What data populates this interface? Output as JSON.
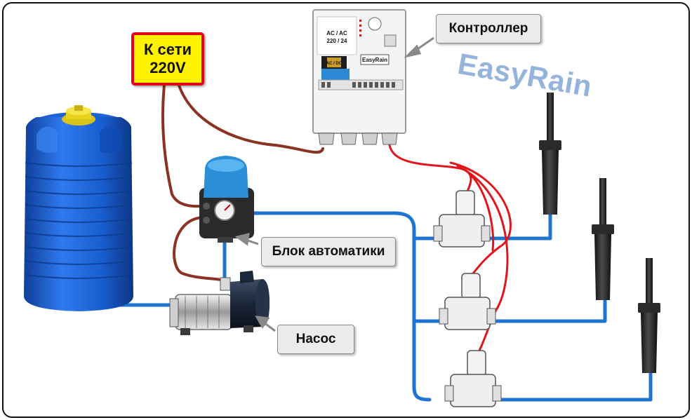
{
  "labels": {
    "mains_line1": "К сети",
    "mains_line2": "220V",
    "controller": "Контроллер",
    "automation_unit": "Блок автоматики",
    "pump": "Насос",
    "brand": "EasyRain"
  },
  "controller_panel": {
    "transformer_line1": "AC / AC",
    "transformer_line2": "220 / 24",
    "converter": "AC / DC",
    "brand_plate": "EasyRain"
  },
  "colors": {
    "water_pipe": "#1f74d1",
    "signal_wire": "#e0161c",
    "power_cable": "#8b3323",
    "mains_box_fill": "#fff200",
    "mains_box_border": "#e3001b",
    "tank": "#1657c4",
    "watermark": "#95b4dc"
  },
  "icons": [
    "water-tank-icon",
    "pressure-control-icon",
    "pump-icon",
    "solenoid-valve-icon",
    "sprinkler-icon",
    "controller-box-icon"
  ]
}
